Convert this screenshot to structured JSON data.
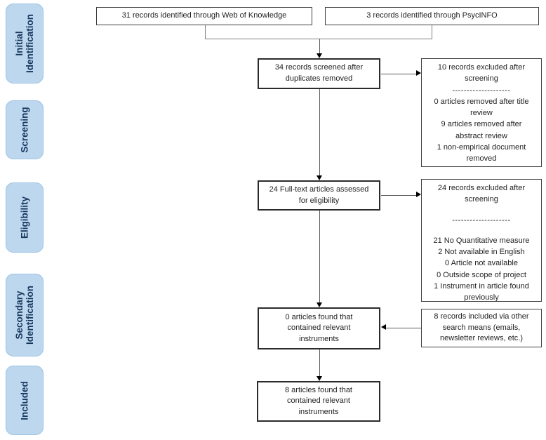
{
  "sidebar": {
    "stages": [
      {
        "label": "Initial\nIdentification"
      },
      {
        "label": "Screening"
      },
      {
        "label": "Eligibility"
      },
      {
        "label": "Secondary\nIdentification"
      },
      {
        "label": "Included"
      }
    ],
    "fill_color": "#bdd7ee",
    "border_color": "#9cc3e4",
    "text_color": "#17365d"
  },
  "boxes": {
    "web_of_knowledge": {
      "text": "31 records identified through Web of Knowledge"
    },
    "psycinfo": {
      "text": "3 records identified through PsycINFO"
    },
    "screened": {
      "text": "34 records screened after\nduplicates removed"
    },
    "excluded_screening": {
      "title": "10 records excluded after\nscreening",
      "separator": "--------------------",
      "items": [
        "0 articles removed after title\nreview",
        "9 articles removed after\nabstract review",
        "1 non-empirical document\nremoved"
      ]
    },
    "fulltext": {
      "text": "24 Full-text articles assessed\nfor eligibility"
    },
    "excluded_eligibility": {
      "title": "24 records excluded after\nscreening",
      "separator": "--------------------",
      "items": [
        "21 No Quantitative measure",
        "2 Not available in English",
        "0 Article not available",
        "0 Outside scope of project",
        "1 Instrument in article found\npreviously"
      ]
    },
    "zero_articles": {
      "text": "0 articles found that\ncontained relevant\ninstruments"
    },
    "other_sources": {
      "text": "8 records included via other\nsearch means (emails,\nnewsletter reviews, etc.)"
    },
    "eight_articles": {
      "text": "8 articles found that\ncontained relevant\ninstruments"
    }
  },
  "connector_colors": {
    "merge_line": "#7f7f7f",
    "arrow_line": "#595959",
    "arrow_head": "#000000"
  }
}
